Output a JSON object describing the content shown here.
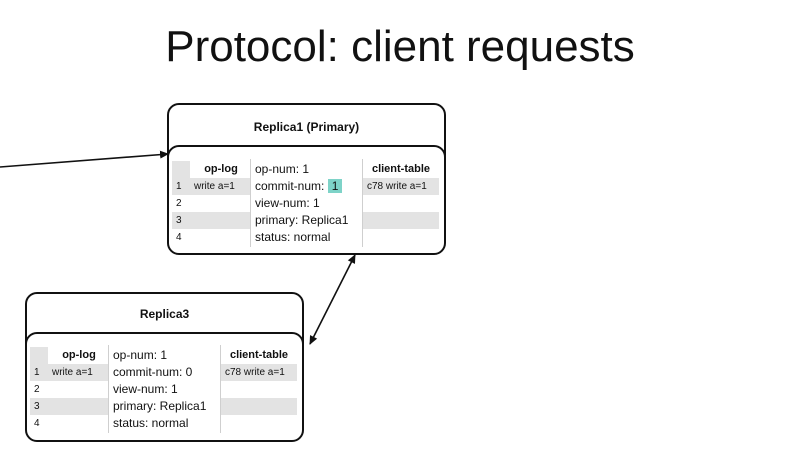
{
  "title": "Protocol: client requests",
  "replica1": {
    "name": "Replica1 (Primary)",
    "oplog_header": "op-log",
    "oplog": [
      {
        "n": "1",
        "op": "write a=1"
      },
      {
        "n": "2",
        "op": ""
      },
      {
        "n": "3",
        "op": ""
      },
      {
        "n": "4",
        "op": ""
      }
    ],
    "op_num": "op-num: 1",
    "commit_label": "commit-num:",
    "commit_value": "1",
    "view_num": "view-num: 1",
    "primary": "primary: Replica1",
    "status": "status: normal",
    "client_table_header": "client-table",
    "client_table": [
      "c78  write a=1",
      "",
      "",
      ""
    ]
  },
  "replica3": {
    "name": "Replica3",
    "oplog_header": "op-log",
    "oplog": [
      {
        "n": "1",
        "op": "write a=1"
      },
      {
        "n": "2",
        "op": ""
      },
      {
        "n": "3",
        "op": ""
      },
      {
        "n": "4",
        "op": ""
      }
    ],
    "op_num": "op-num: 1",
    "commit_num": "commit-num: 0",
    "view_num": "view-num: 1",
    "primary": "primary: Replica1",
    "status": "status: normal",
    "client_table_header": "client-table",
    "client_table": [
      "c78  write a=1",
      "",
      "",
      ""
    ]
  },
  "colors": {
    "commit_highlight": "#7ed3c8",
    "row_shade": "#e3e3e3"
  }
}
